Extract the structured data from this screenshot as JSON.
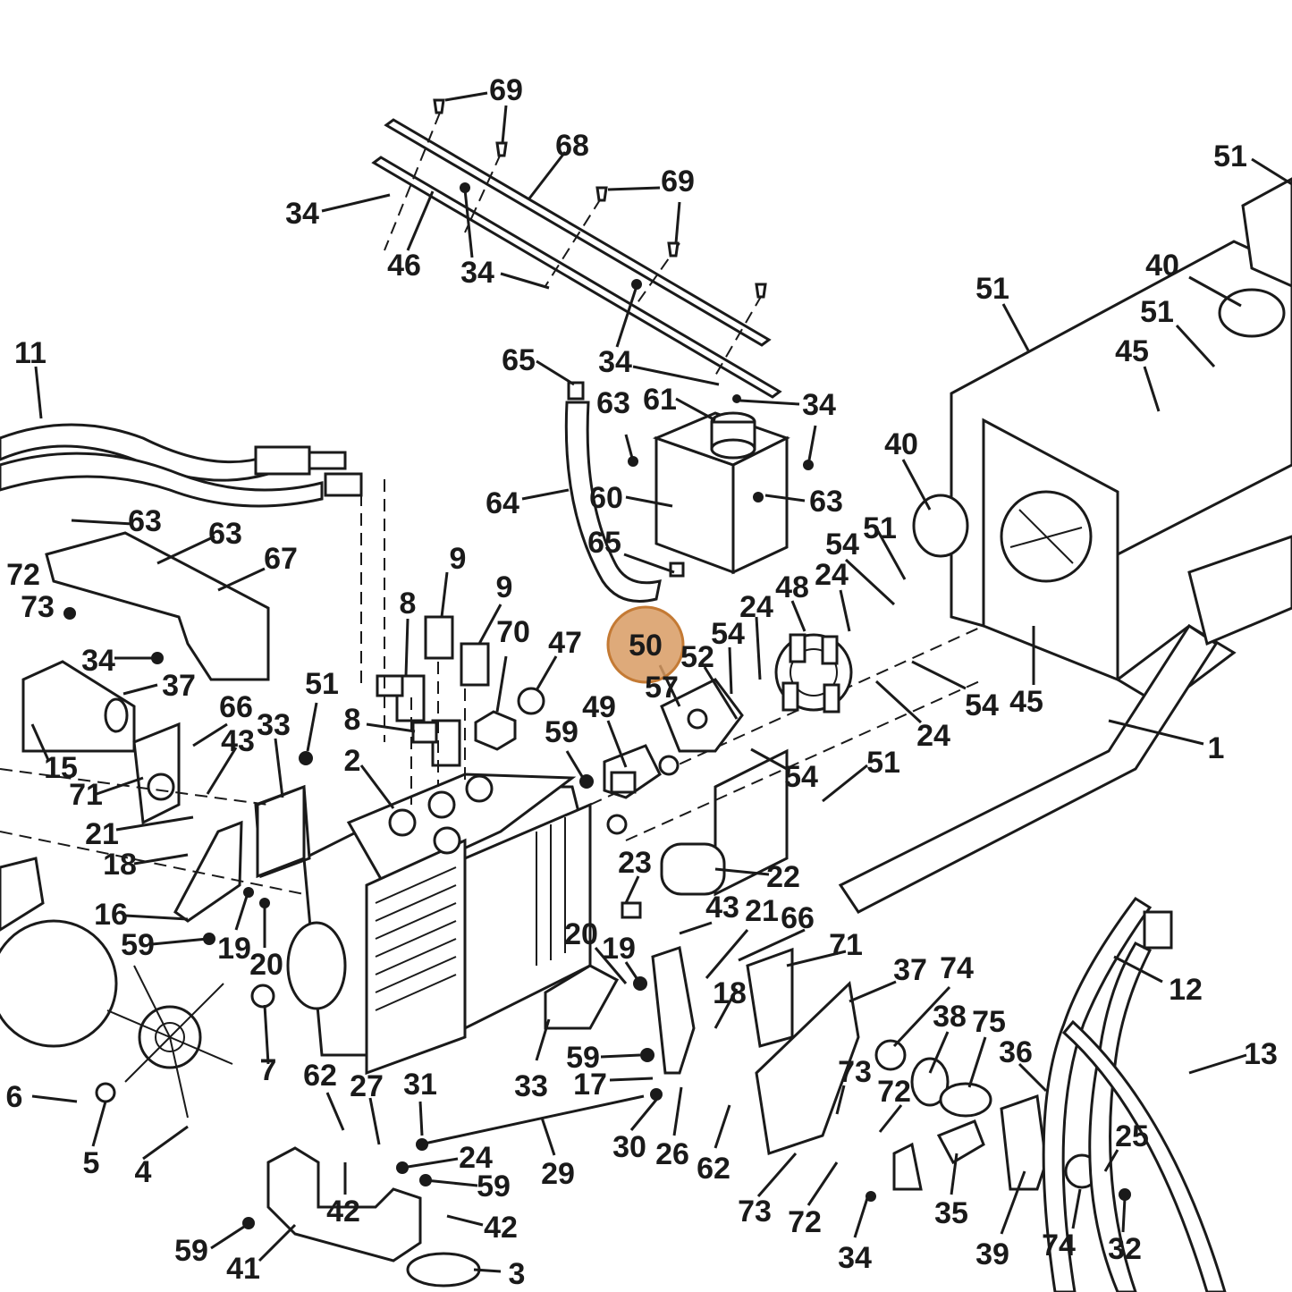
{
  "diagram": {
    "highlight": {
      "label": "50",
      "fill": "#d89b63",
      "stroke": "#c47a34"
    },
    "labels": [
      {
        "id": "69a",
        "text": "69"
      },
      {
        "id": "68",
        "text": "68"
      },
      {
        "id": "69b",
        "text": "69"
      },
      {
        "id": "34a",
        "text": "34"
      },
      {
        "id": "46",
        "text": "46"
      },
      {
        "id": "34b",
        "text": "34"
      },
      {
        "id": "34c",
        "text": "34"
      },
      {
        "id": "65a",
        "text": "65"
      },
      {
        "id": "63a",
        "text": "63"
      },
      {
        "id": "61",
        "text": "61"
      },
      {
        "id": "34d",
        "text": "34"
      },
      {
        "id": "64",
        "text": "64"
      },
      {
        "id": "60",
        "text": "60"
      },
      {
        "id": "63b",
        "text": "63"
      },
      {
        "id": "65b",
        "text": "65"
      },
      {
        "id": "51a",
        "text": "51"
      },
      {
        "id": "40a",
        "text": "40"
      },
      {
        "id": "51b",
        "text": "51"
      },
      {
        "id": "45a",
        "text": "45"
      },
      {
        "id": "51c",
        "text": "51"
      },
      {
        "id": "11",
        "text": "11"
      },
      {
        "id": "40b",
        "text": "40"
      },
      {
        "id": "51d",
        "text": "51"
      },
      {
        "id": "54a",
        "text": "54"
      },
      {
        "id": "24a",
        "text": "24"
      },
      {
        "id": "48",
        "text": "48"
      },
      {
        "id": "24b",
        "text": "24"
      },
      {
        "id": "54b",
        "text": "54"
      },
      {
        "id": "52",
        "text": "52"
      },
      {
        "id": "57",
        "text": "57"
      },
      {
        "id": "54c",
        "text": "54"
      },
      {
        "id": "45b",
        "text": "45"
      },
      {
        "id": "24c",
        "text": "24"
      },
      {
        "id": "1",
        "text": "1"
      },
      {
        "id": "54d",
        "text": "54"
      },
      {
        "id": "51e",
        "text": "51"
      },
      {
        "id": "63c",
        "text": "63"
      },
      {
        "id": "63d",
        "text": "63"
      },
      {
        "id": "67",
        "text": "67"
      },
      {
        "id": "72a",
        "text": "72"
      },
      {
        "id": "73a",
        "text": "73"
      },
      {
        "id": "34e",
        "text": "34"
      },
      {
        "id": "37a",
        "text": "37"
      },
      {
        "id": "9a",
        "text": "9"
      },
      {
        "id": "9b",
        "text": "9"
      },
      {
        "id": "8a",
        "text": "8"
      },
      {
        "id": "70",
        "text": "70"
      },
      {
        "id": "47",
        "text": "47"
      },
      {
        "id": "51f",
        "text": "51"
      },
      {
        "id": "8b",
        "text": "8"
      },
      {
        "id": "49",
        "text": "49"
      },
      {
        "id": "59a",
        "text": "59"
      },
      {
        "id": "66a",
        "text": "66"
      },
      {
        "id": "33a",
        "text": "33"
      },
      {
        "id": "43a",
        "text": "43"
      },
      {
        "id": "2",
        "text": "2"
      },
      {
        "id": "15",
        "text": "15"
      },
      {
        "id": "71a",
        "text": "71"
      },
      {
        "id": "21a",
        "text": "21"
      },
      {
        "id": "18a",
        "text": "18"
      },
      {
        "id": "23",
        "text": "23"
      },
      {
        "id": "22",
        "text": "22"
      },
      {
        "id": "16",
        "text": "16"
      },
      {
        "id": "43b",
        "text": "43"
      },
      {
        "id": "21b",
        "text": "21"
      },
      {
        "id": "66b",
        "text": "66"
      },
      {
        "id": "59b",
        "text": "59"
      },
      {
        "id": "19a",
        "text": "19"
      },
      {
        "id": "20a",
        "text": "20"
      },
      {
        "id": "20b",
        "text": "20"
      },
      {
        "id": "19b",
        "text": "19"
      },
      {
        "id": "71b",
        "text": "71"
      },
      {
        "id": "18b",
        "text": "18"
      },
      {
        "id": "37b",
        "text": "37"
      },
      {
        "id": "74a",
        "text": "74"
      },
      {
        "id": "12",
        "text": "12"
      },
      {
        "id": "7",
        "text": "7"
      },
      {
        "id": "38",
        "text": "38"
      },
      {
        "id": "75",
        "text": "75"
      },
      {
        "id": "13",
        "text": "13"
      },
      {
        "id": "59c",
        "text": "59"
      },
      {
        "id": "33b",
        "text": "33"
      },
      {
        "id": "17",
        "text": "17"
      },
      {
        "id": "36",
        "text": "36"
      },
      {
        "id": "73b",
        "text": "73"
      },
      {
        "id": "72b",
        "text": "72"
      },
      {
        "id": "6",
        "text": "6"
      },
      {
        "id": "62a",
        "text": "62"
      },
      {
        "id": "27",
        "text": "27"
      },
      {
        "id": "31",
        "text": "31"
      },
      {
        "id": "25",
        "text": "25"
      },
      {
        "id": "5",
        "text": "5"
      },
      {
        "id": "4",
        "text": "4"
      },
      {
        "id": "24d",
        "text": "24"
      },
      {
        "id": "30",
        "text": "30"
      },
      {
        "id": "26",
        "text": "26"
      },
      {
        "id": "62b",
        "text": "62"
      },
      {
        "id": "29",
        "text": "29"
      },
      {
        "id": "59d",
        "text": "59"
      },
      {
        "id": "35",
        "text": "35"
      },
      {
        "id": "73c",
        "text": "73"
      },
      {
        "id": "72c",
        "text": "72"
      },
      {
        "id": "42a",
        "text": "42"
      },
      {
        "id": "42b",
        "text": "42"
      },
      {
        "id": "39",
        "text": "39"
      },
      {
        "id": "74b",
        "text": "74"
      },
      {
        "id": "32",
        "text": "32"
      },
      {
        "id": "59e",
        "text": "59"
      },
      {
        "id": "41",
        "text": "41"
      },
      {
        "id": "34f",
        "text": "34"
      },
      {
        "id": "3",
        "text": "3"
      }
    ]
  }
}
